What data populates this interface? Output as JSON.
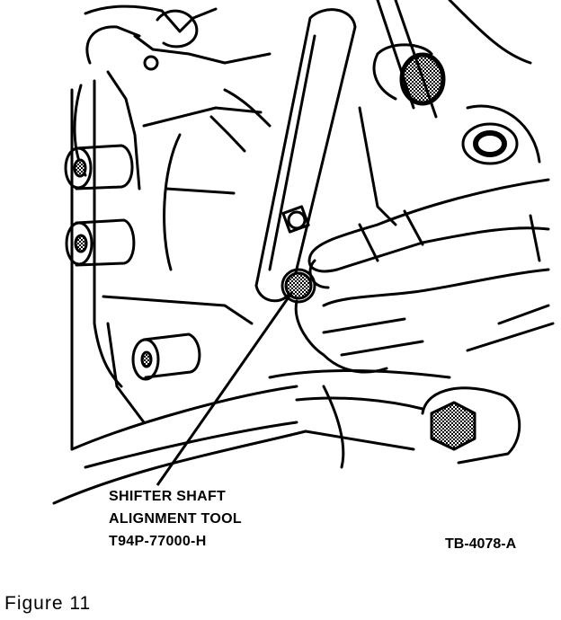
{
  "callout": {
    "line1": "SHIFTER SHAFT",
    "line2": "ALIGNMENT TOOL",
    "line3": "T94P-77000-H"
  },
  "reference_code": "TB-4078-A",
  "figure_label": "Figure  11",
  "colors": {
    "ink": "#000000",
    "paper": "#ffffff"
  }
}
